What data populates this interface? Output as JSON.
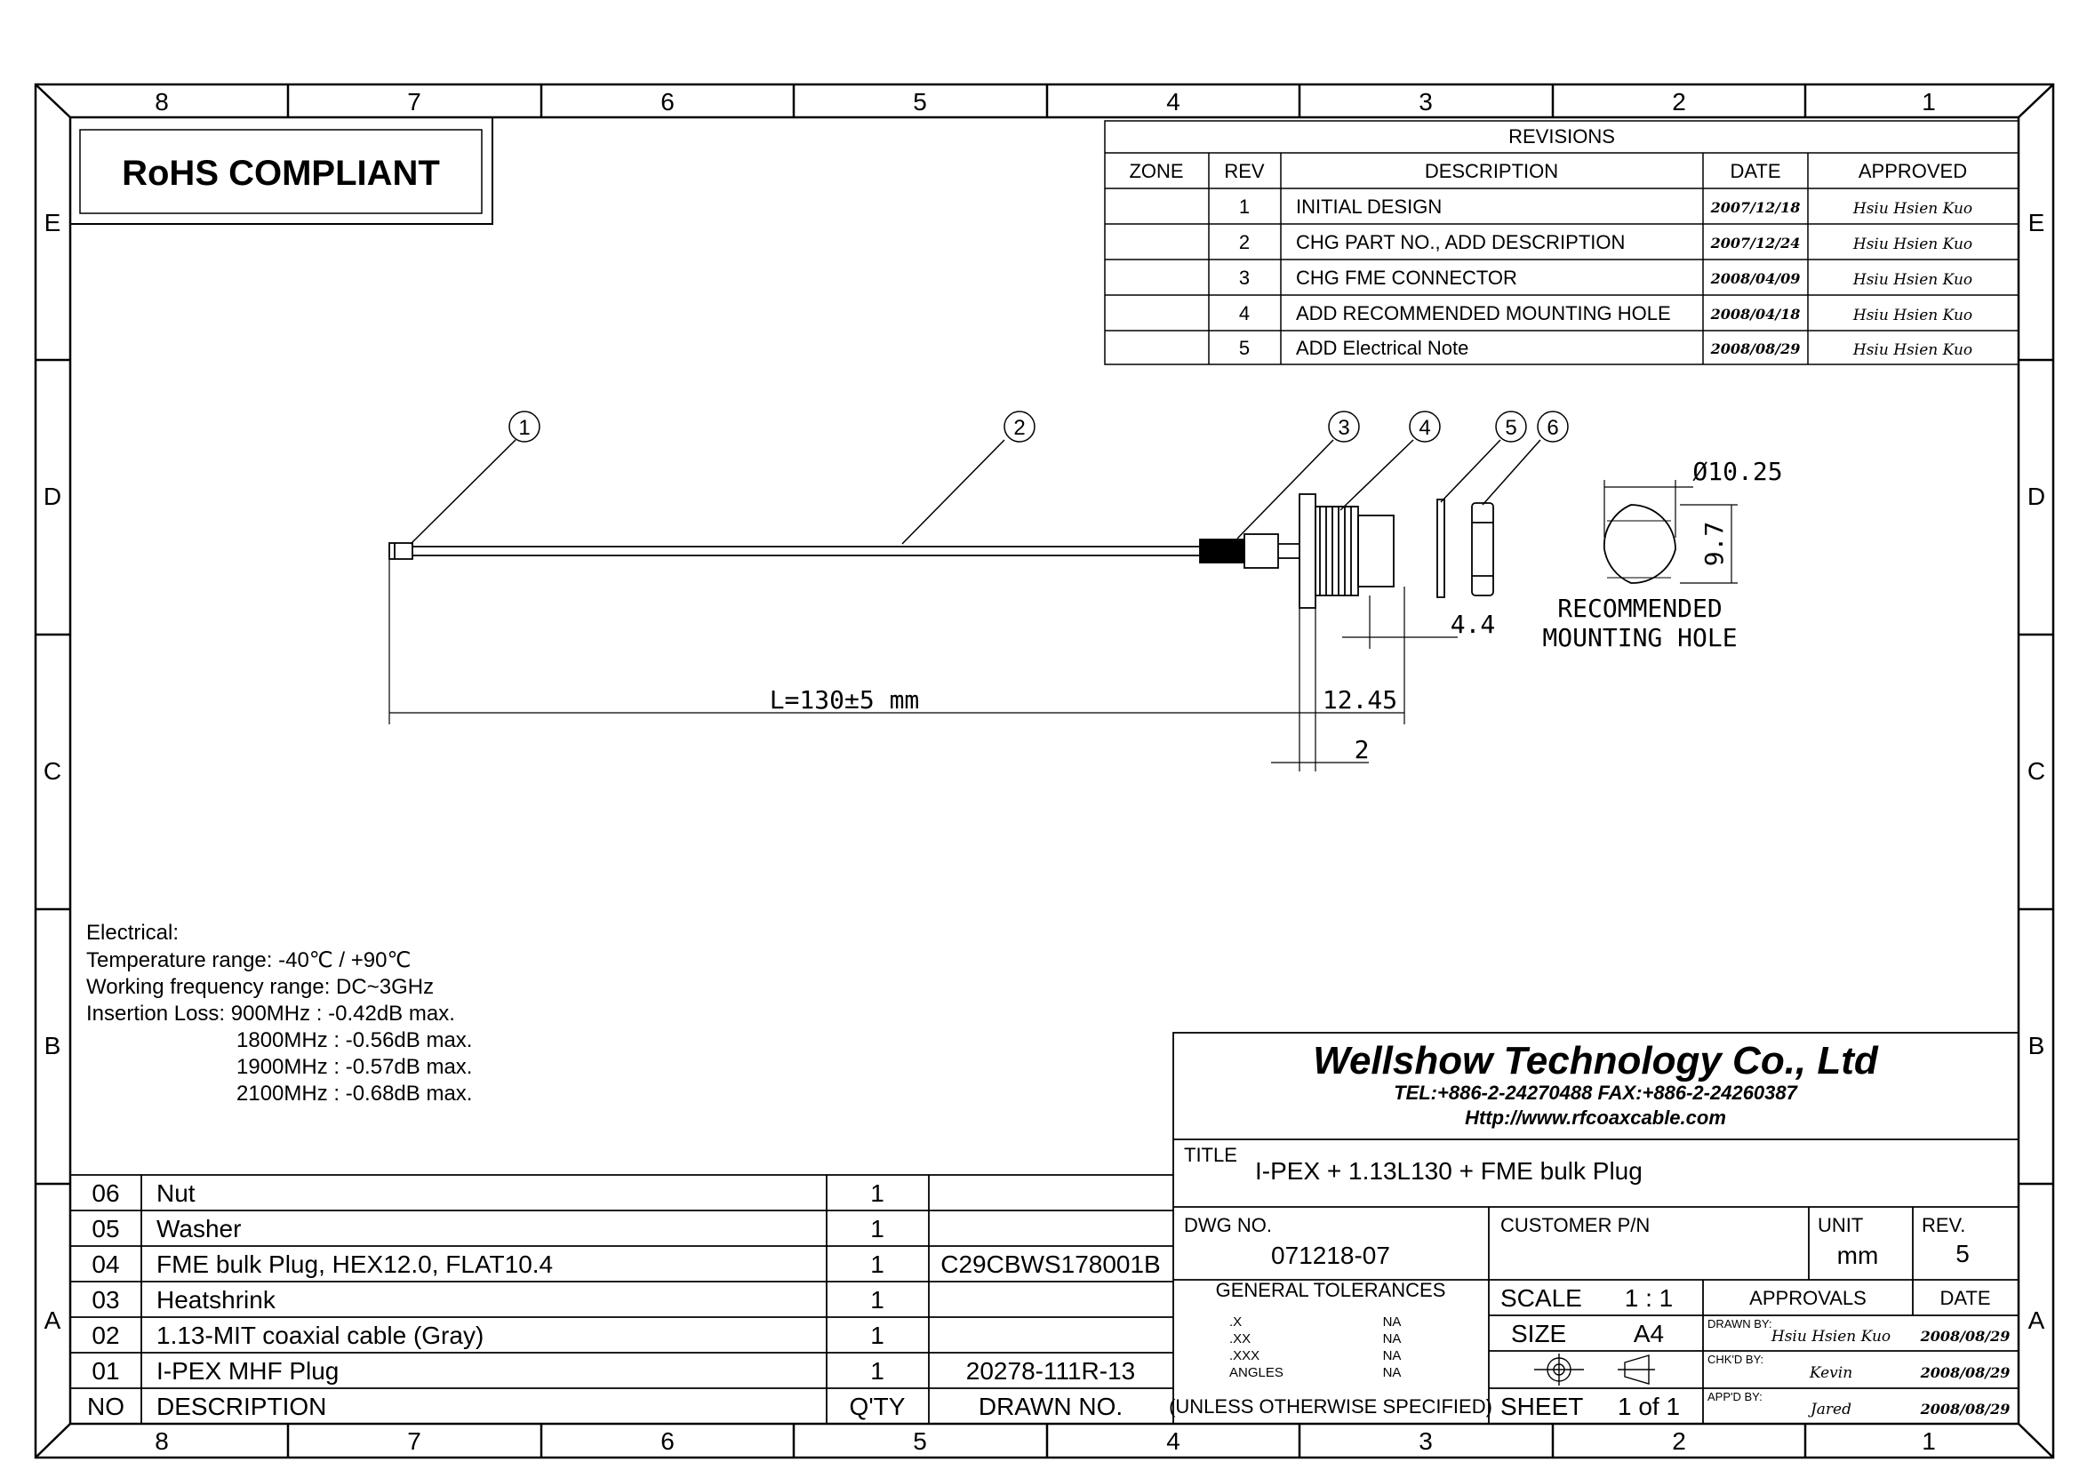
{
  "zones": {
    "columns": [
      "8",
      "7",
      "6",
      "5",
      "4",
      "3",
      "2",
      "1"
    ],
    "rows": [
      "E",
      "D",
      "C",
      "B",
      "A"
    ]
  },
  "rohs": "RoHS COMPLIANT",
  "revisions": {
    "title": "REVISIONS",
    "headers": [
      "ZONE",
      "REV",
      "DESCRIPTION",
      "DATE",
      "APPROVED"
    ],
    "rows": [
      {
        "zone": "",
        "rev": "1",
        "description": "INITIAL DESIGN",
        "date": "2007/12/18",
        "approved": "Hsiu Hsien Kuo"
      },
      {
        "zone": "",
        "rev": "2",
        "description": "CHG PART NO., ADD DESCRIPTION",
        "date": "2007/12/24",
        "approved": "Hsiu Hsien Kuo"
      },
      {
        "zone": "",
        "rev": "3",
        "description": "CHG FME CONNECTOR",
        "date": "2008/04/09",
        "approved": "Hsiu Hsien Kuo"
      },
      {
        "zone": "",
        "rev": "4",
        "description": "ADD RECOMMENDED MOUNTING HOLE",
        "date": "2008/04/18",
        "approved": "Hsiu Hsien Kuo"
      },
      {
        "zone": "",
        "rev": "5",
        "description": "ADD Electrical Note",
        "date": "2008/08/29",
        "approved": "Hsiu Hsien Kuo"
      }
    ]
  },
  "callouts": [
    "1",
    "2",
    "3",
    "4",
    "5",
    "6"
  ],
  "dimensions": {
    "length": "L=130±5 mm",
    "d1": "12.45",
    "d2": "2",
    "d3": "4.4",
    "dia": "Ø10.25",
    "flat": "9.7",
    "hole_line1": "RECOMMENDED",
    "hole_line2": "MOUNTING HOLE"
  },
  "electrical": {
    "heading": "Electrical:",
    "lines": [
      "Temperature range: -40℃ / +90℃",
      "Working frequency range: DC~3GHz",
      "Insertion Loss: 900MHz : -0.42dB max.",
      "1800MHz : -0.56dB max.",
      "1900MHz : -0.57dB max.",
      "2100MHz : -0.68dB max."
    ]
  },
  "bom": {
    "headers": {
      "no": "NO",
      "description": "DESCRIPTION",
      "qty": "Q'TY",
      "drawn": "DRAWN NO."
    },
    "rows": [
      {
        "no": "06",
        "description": "Nut",
        "qty": "1",
        "drawn": ""
      },
      {
        "no": "05",
        "description": "Washer",
        "qty": "1",
        "drawn": ""
      },
      {
        "no": "04",
        "description": "FME bulk Plug, HEX12.0, FLAT10.4",
        "qty": "1",
        "drawn": "C29CBWS178001B"
      },
      {
        "no": "03",
        "description": "Heatshrink",
        "qty": "1",
        "drawn": ""
      },
      {
        "no": "02",
        "description": "1.13-MIT coaxial cable (Gray)",
        "qty": "1",
        "drawn": ""
      },
      {
        "no": "01",
        "description": "I-PEX MHF Plug",
        "qty": "1",
        "drawn": "20278-111R-13"
      }
    ]
  },
  "titleblock": {
    "company": "Wellshow Technology Co., Ltd",
    "contact": "TEL:+886-2-24270488   FAX:+886-2-24260387",
    "url": "Http://www.rfcoaxcable.com",
    "title_label": "TITLE",
    "title": "I-PEX + 1.13L130 + FME bulk Plug",
    "dwg_label": "DWG NO.",
    "dwg": "071218-07",
    "customer_label": "CUSTOMER P/N",
    "unit_label": "UNIT",
    "unit": "mm",
    "rev_label": "REV.",
    "rev": "5",
    "tol_label": "GENERAL TOLERANCES",
    "tol_keys": [
      ".X",
      ".XX",
      ".XXX",
      "ANGLES"
    ],
    "tol_vals": [
      "NA",
      "NA",
      "NA",
      "NA"
    ],
    "tol_note": "(UNLESS OTHERWISE SPECIFIED)",
    "scale_label": "SCALE",
    "scale": "1 : 1",
    "size_label": "SIZE",
    "size": "A4",
    "sheet_label": "SHEET",
    "sheet": "1 of 1",
    "approvals_label": "APPROVALS",
    "date_label": "DATE",
    "drawn_label": "DRAWN BY:",
    "drawn_by": "Hsiu Hsien Kuo",
    "drawn_date": "2008/08/29",
    "chkd_label": "CHK'D BY:",
    "chkd_by": "Kevin",
    "chkd_date": "2008/08/29",
    "appd_label": "APP'D BY:",
    "appd_by": "Jared",
    "appd_date": "2008/08/29"
  }
}
